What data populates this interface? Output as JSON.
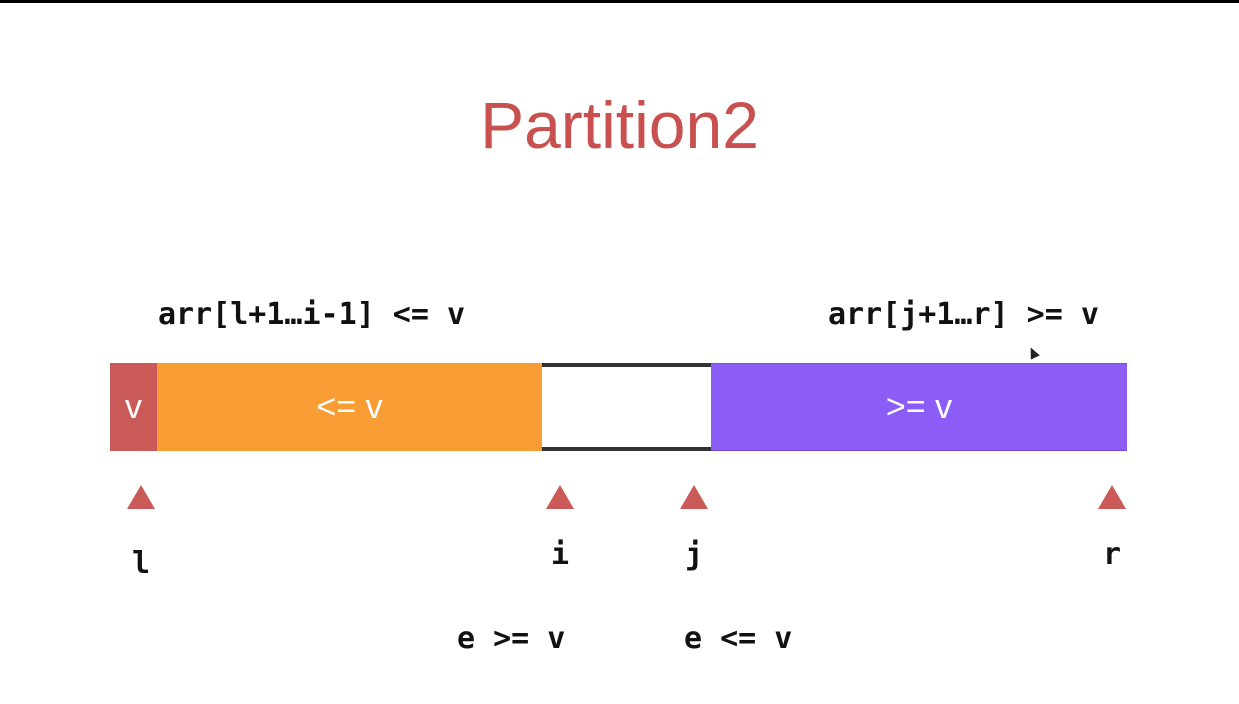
{
  "title": "Partition2",
  "labels": {
    "left_range": "arr[l+1…i-1] <= v",
    "right_range": "arr[j+1…r] >= v",
    "cond_i": "e >= v",
    "cond_j": "e <= v"
  },
  "segments": {
    "pivot": "v",
    "less_equal": "<= v",
    "unknown": "",
    "greater_equal": ">= v"
  },
  "pointers": {
    "l": "l",
    "i": "i",
    "j": "j",
    "r": "r"
  },
  "colors": {
    "title": "#c8504f",
    "pivot": "#c95a58",
    "less_equal": "#f89c34",
    "greater_equal": "#8b5cf6",
    "pointer": "#c95a58"
  }
}
